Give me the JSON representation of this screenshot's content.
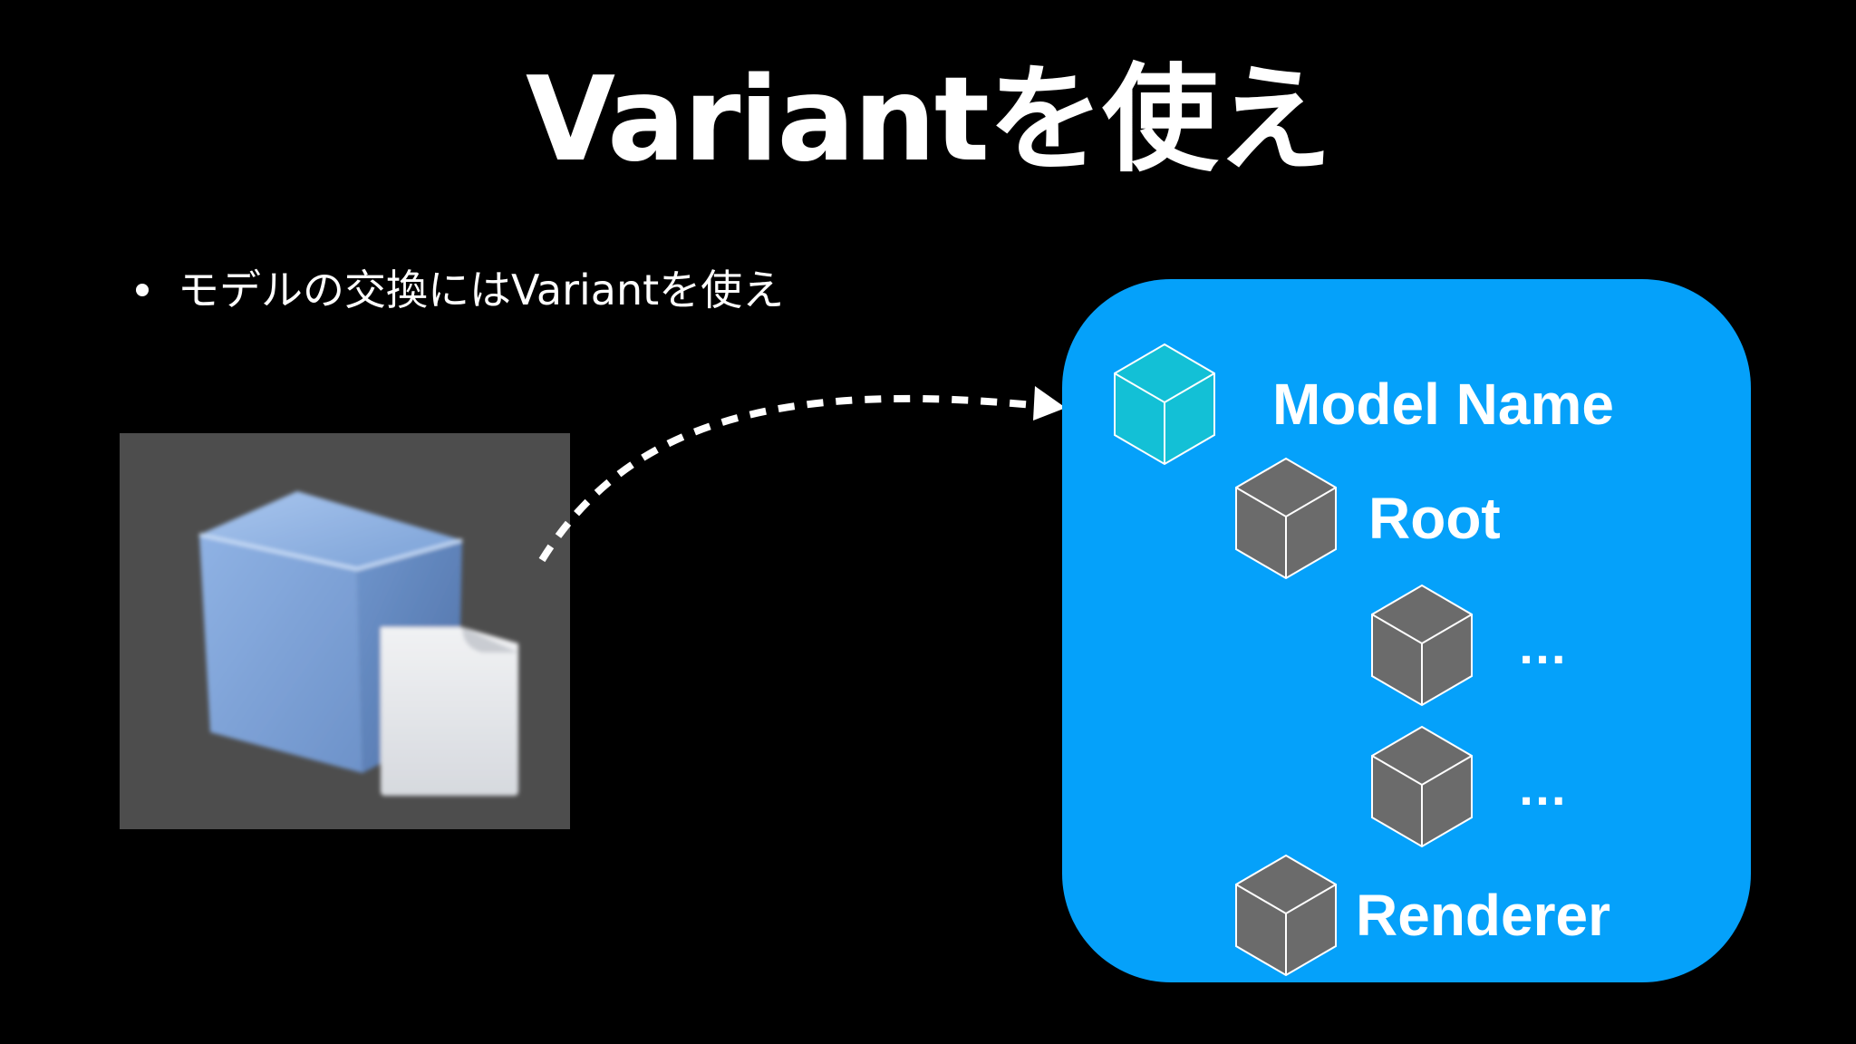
{
  "slide": {
    "title": "Variantを使え",
    "bullet": "モデルの交換にはVariantを使え"
  },
  "prefab_icon": {
    "icon": "prefab-variant-icon",
    "cube_color": "#7ea6dd",
    "page_color": "#e6e8ec"
  },
  "hierarchy": {
    "panel_color": "#05a1fa",
    "nodes": [
      {
        "label": "Model Name",
        "icon": "cyan-cube-icon",
        "color": "#13c0d6"
      },
      {
        "label": "Root",
        "icon": "gray-cube-icon",
        "color": "#6b6b6b"
      },
      {
        "label": "…",
        "icon": "gray-cube-icon",
        "color": "#6b6b6b"
      },
      {
        "label": "…",
        "icon": "gray-cube-icon",
        "color": "#6b6b6b"
      },
      {
        "label": "Renderer",
        "icon": "gray-cube-icon",
        "color": "#6b6b6b"
      }
    ]
  }
}
